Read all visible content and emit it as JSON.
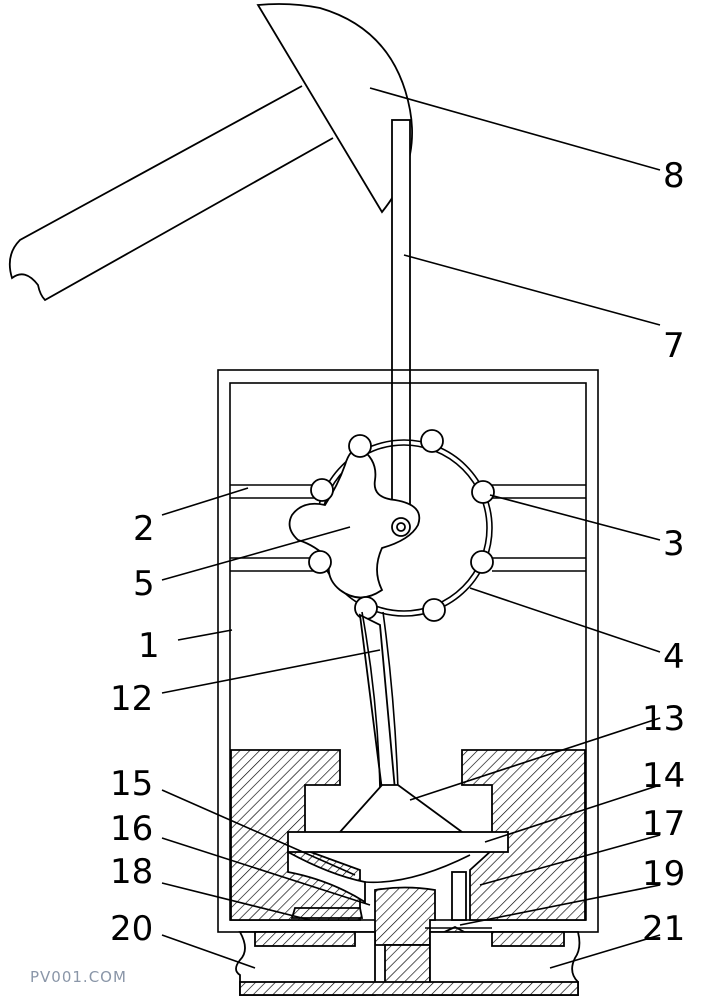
{
  "labels": {
    "l1": "1",
    "l2": "2",
    "l3": "3",
    "l4": "4",
    "l5": "5",
    "l7": "7",
    "l8": "8",
    "l12": "12",
    "l13": "13",
    "l14": "14",
    "l15": "15",
    "l16": "16",
    "l17": "17",
    "l18": "18",
    "l19": "19",
    "l20": "20",
    "l21": "21"
  },
  "watermark": "PV001.COM"
}
